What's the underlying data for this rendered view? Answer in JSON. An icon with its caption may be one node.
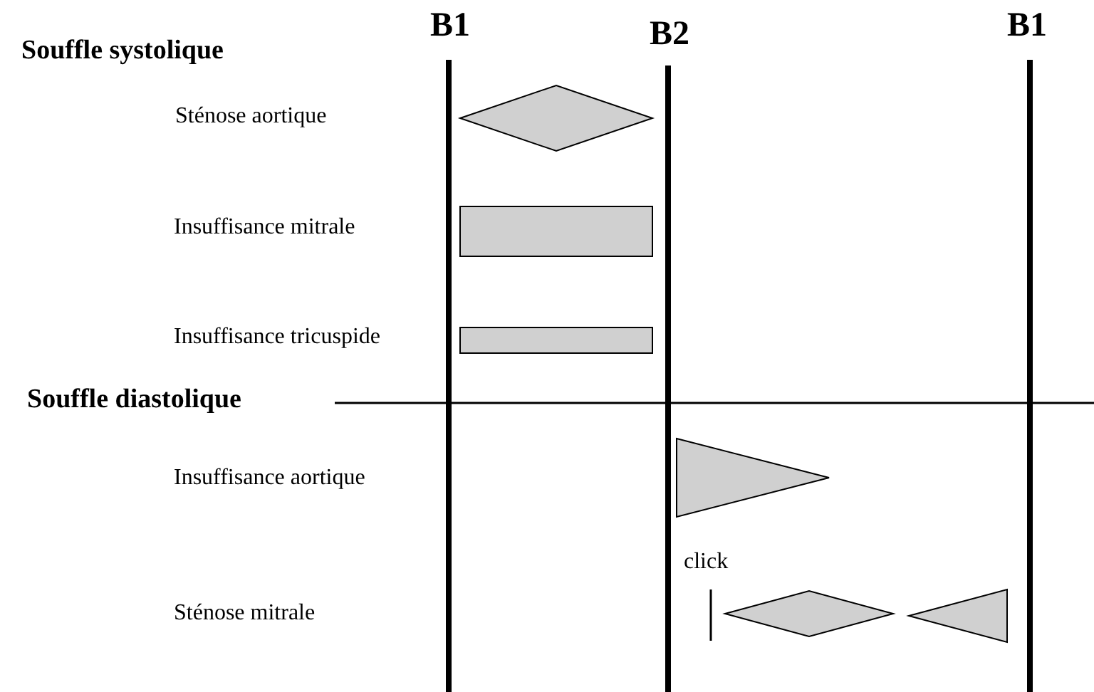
{
  "diagram": {
    "nodes": [
      {
        "text": [],
        "shape": "diamond"
      },
      {
        "text": [],
        "shape": "bar"
      },
      {
        "text": [],
        "shape": "bar"
      },
      {
        "text": [],
        "shape": "triangle"
      },
      {
        "text": [],
        "shape": "diamond"
      },
      {
        "text": [],
        "shape": "triangle"
      }
    ],
    "labels": [
      "B1",
      "B2",
      "B1",
      "Souffle systolique",
      "Sténose aortique",
      "Insuffisance mitrale",
      "Insuffisance tricuspide",
      "Souffle diastolique",
      "Insuffisance aortique",
      "click",
      "Sténose mitrale"
    ]
  }
}
